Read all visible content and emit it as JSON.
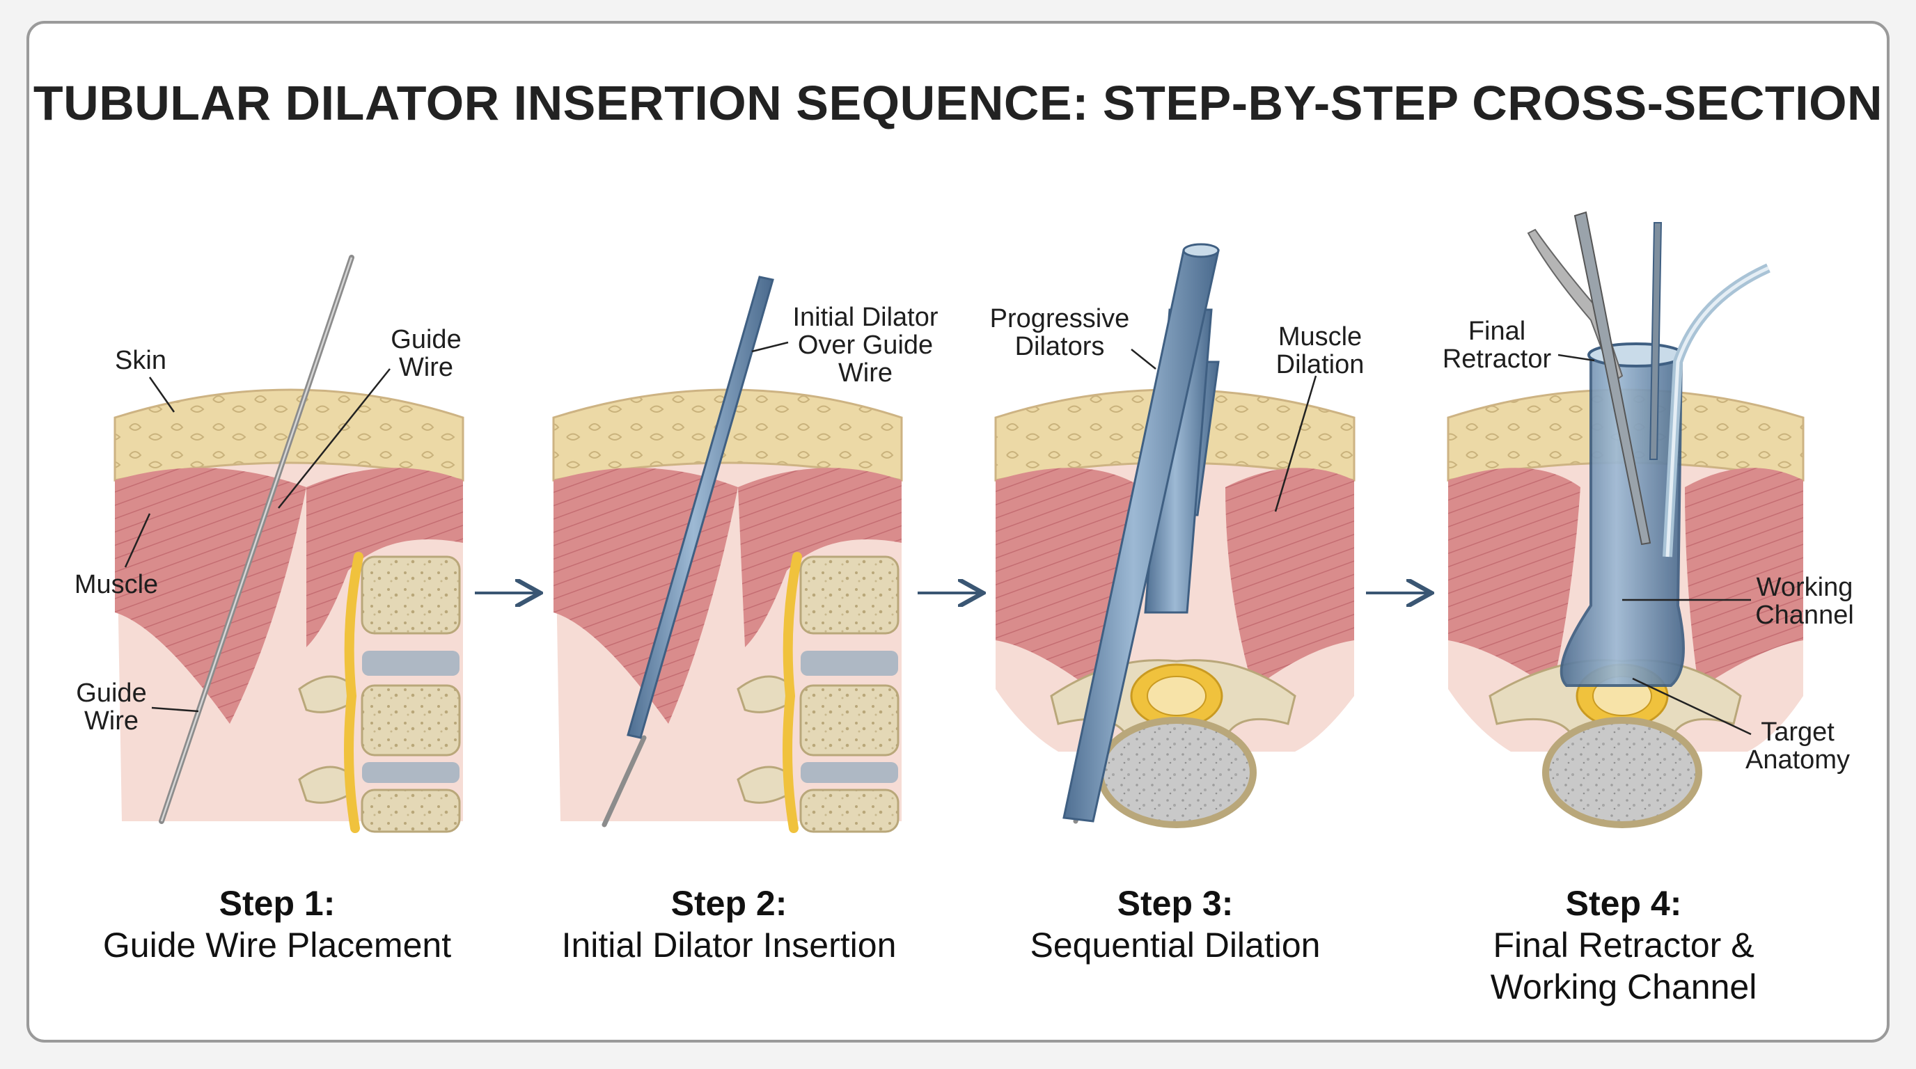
{
  "title": "TUBULAR DILATOR INSERTION SEQUENCE: STEP-BY-STEP CROSS-SECTION",
  "colors": {
    "skin": "#ecd9a6",
    "muscle": "#d98c8c",
    "muscle_dark": "#c46d72",
    "tissue": "#f6dcd5",
    "bone": "#e8dcbc",
    "nerve": "#f0c23d",
    "instrument": "#7e9fc0",
    "instrument_dark": "#3f5f82",
    "arrow": "#3a5673"
  },
  "steps": [
    {
      "step": "Step 1:",
      "desc": "Guide Wire Placement",
      "labels": {
        "skin": "Skin",
        "guide_wire_top": [
          "Guide",
          "Wire"
        ],
        "muscle": "Muscle",
        "guide_wire_bottom": [
          "Guide",
          "Wire"
        ]
      }
    },
    {
      "step": "Step 2:",
      "desc": "Initial Dilator Insertion",
      "labels": {
        "dilator": [
          "Initial Dilator",
          "Over Guide",
          "Wire"
        ]
      }
    },
    {
      "step": "Step 3:",
      "desc": "Sequential Dilation",
      "labels": {
        "progressive": [
          "Progressive",
          "Dilators"
        ],
        "muscle_dilation": [
          "Muscle",
          "Dilation"
        ]
      }
    },
    {
      "step": "Step 4:",
      "desc_lines": [
        "Final Retractor &",
        "Working Channel"
      ],
      "labels": {
        "retractor": [
          "Final",
          "Retractor"
        ],
        "working_channel": [
          "Working",
          "Channel"
        ],
        "target": [
          "Target",
          "Anatomy"
        ]
      }
    }
  ],
  "icons": [
    "right-arrow-icon",
    "right-arrow-icon",
    "right-arrow-icon"
  ]
}
